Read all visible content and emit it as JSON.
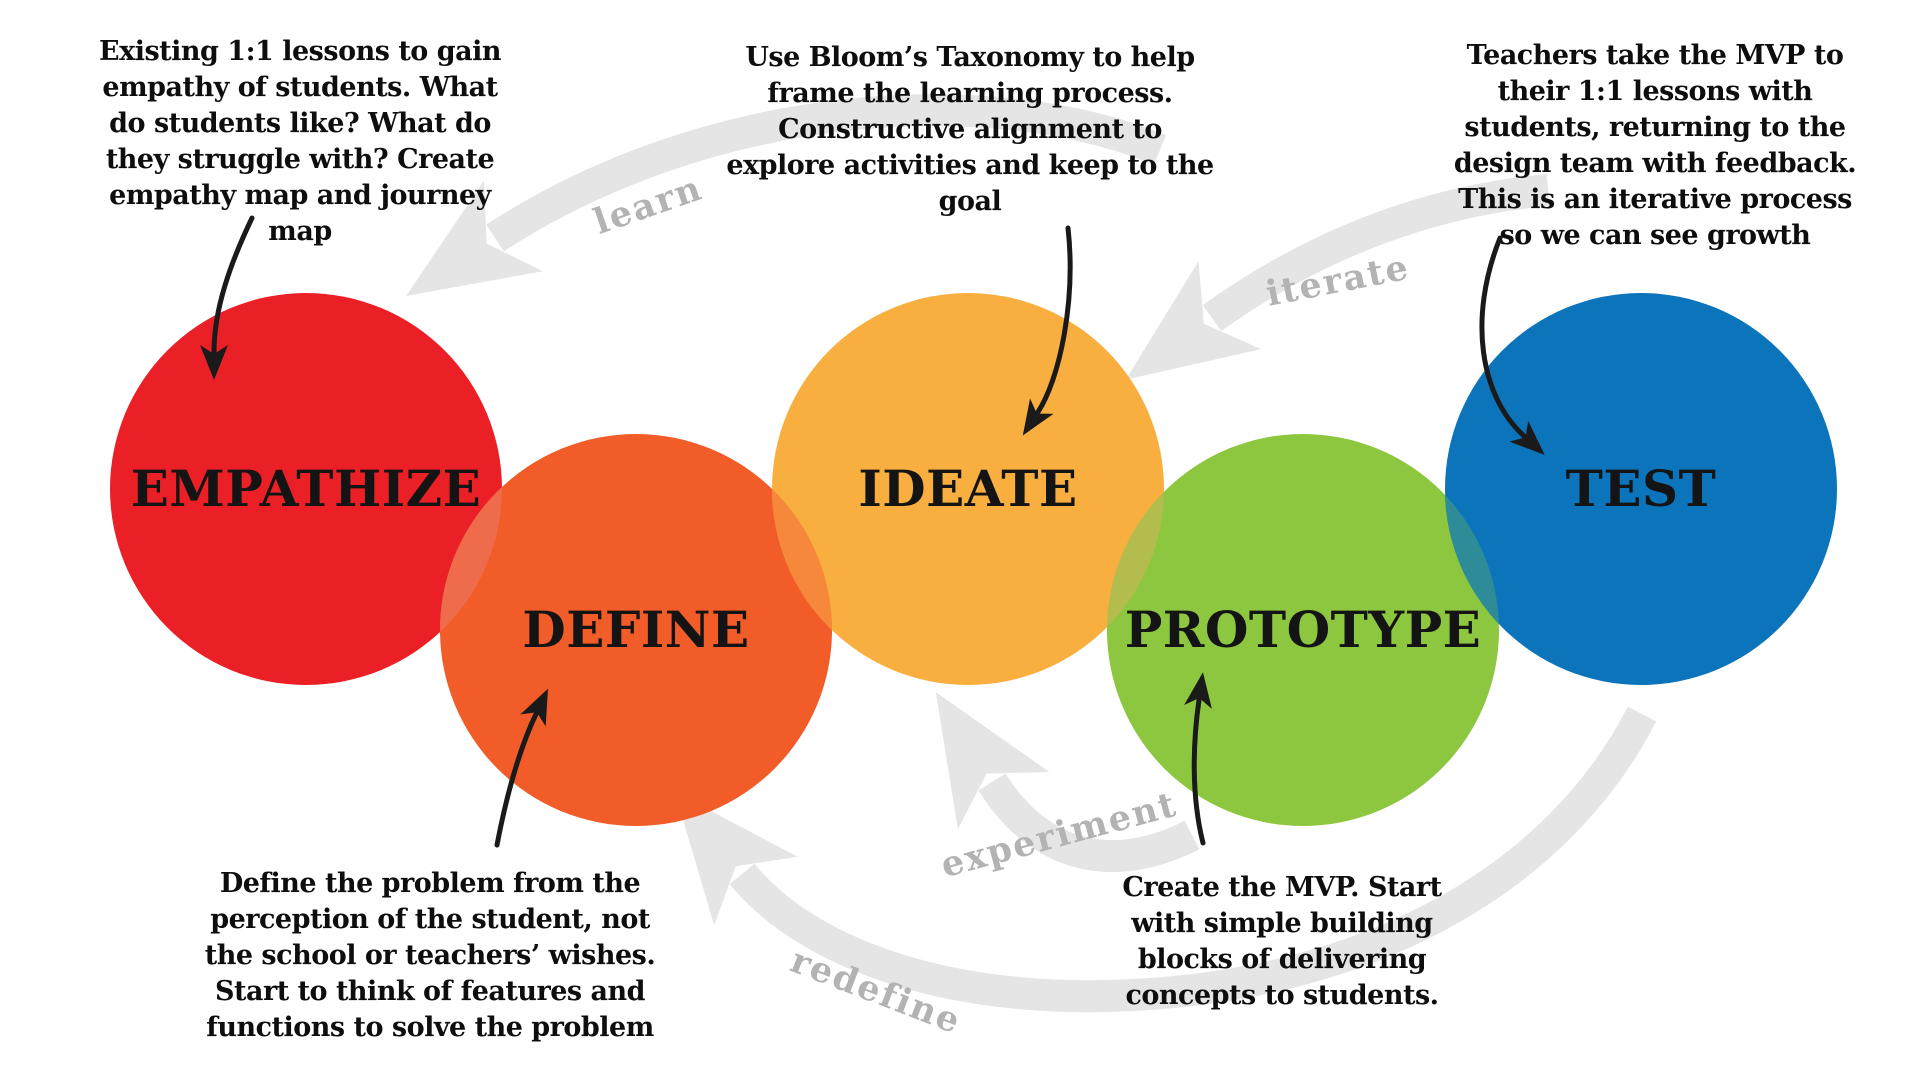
{
  "diagram": {
    "title_hint": "design thinking process cycle",
    "background_color": "#FFFFFF",
    "text_color": "#0E0E0E",
    "flow_arrow_color": "#E5E5E5",
    "flow_label_color": "#B3B3B3",
    "pointer_arrow_color": "#1A1A1A",
    "stages": [
      {
        "label": "EMPATHIZE",
        "color": "#EB2027",
        "annotation": "Existing 1:1 lessons to gain\nempathy of students. What\ndo students like? What do\nthey struggle with? Create\nempathy map and journey\nmap"
      },
      {
        "label": "DEFINE",
        "color": "#F15C28",
        "annotation": "Define the problem from the\nperception of the student, not\nthe school or teachers’ wishes.\nStart to think of features and\nfunctions to solve the problem"
      },
      {
        "label": "IDEATE",
        "color": "#F9AF3F",
        "annotation": "Use Bloom’s Taxonomy to help\nframe the learning process.\nConstructive alignment to\nexplore activities and keep to the\ngoal"
      },
      {
        "label": "PROTOTYPE",
        "color": "#8DC63F",
        "annotation": "Create the MVP. Start\nwith simple building\nblocks of delivering\nconcepts to students."
      },
      {
        "label": "TEST",
        "color": "#0C74BB",
        "annotation": "Teachers take the MVP to\ntheir 1:1 lessons with\nstudents, returning to the\ndesign team with feedback.\nThis is an iterative process\nso we can see growth"
      }
    ],
    "overlaps": [
      {
        "between": "empathize-define",
        "color": "#EE6B4B"
      },
      {
        "between": "define-ideate",
        "color": "#F5883B"
      },
      {
        "between": "ideate-prototype",
        "color": "#B2BD4E"
      },
      {
        "between": "prototype-test",
        "color": "#2E8C99"
      }
    ],
    "flow_labels": [
      {
        "label": "learn"
      },
      {
        "label": "iterate"
      },
      {
        "label": "experiment"
      },
      {
        "label": "redefine"
      }
    ]
  }
}
